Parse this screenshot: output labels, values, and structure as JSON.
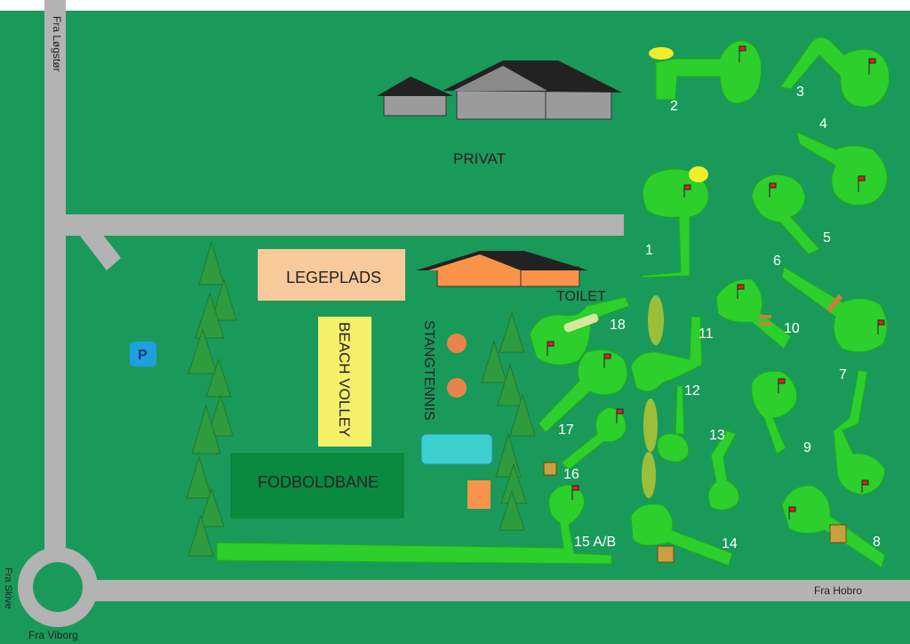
{
  "colors": {
    "grass": "#1a9a5a",
    "road": "#b3b3b3",
    "fairway": "#2ccf2c",
    "fairway_dark": "#1fa81f",
    "tree": "#2d9b3e",
    "legeplads": "#f8c99a",
    "beach": "#f5f06a",
    "football": "#0a8a3e",
    "toilet_roof": "#f7944a",
    "house_roof": "#222222",
    "house_wall": "#9b9b9b",
    "parking": "#1e9fe0",
    "sand": "#f0ee2a",
    "flag": "#e02020"
  },
  "roads": {
    "north": "Fra Løgstør",
    "west": "Fra Skive",
    "south": "Fra Viborg",
    "east": "Fra Hobro"
  },
  "areas": {
    "privat": "PRIVAT",
    "legeplads": "LEGEPLADS",
    "beach": "BEACH VOLLEY",
    "stangtennis": "STANGTENNIS",
    "fodbold": "FODBOLDBANE",
    "toilet": "TOILET",
    "parking": "P"
  },
  "holes": [
    "1",
    "2",
    "3",
    "4",
    "5",
    "6",
    "7",
    "8",
    "9",
    "10",
    "11",
    "12",
    "13",
    "14",
    "15 A/B",
    "16",
    "17",
    "18"
  ]
}
